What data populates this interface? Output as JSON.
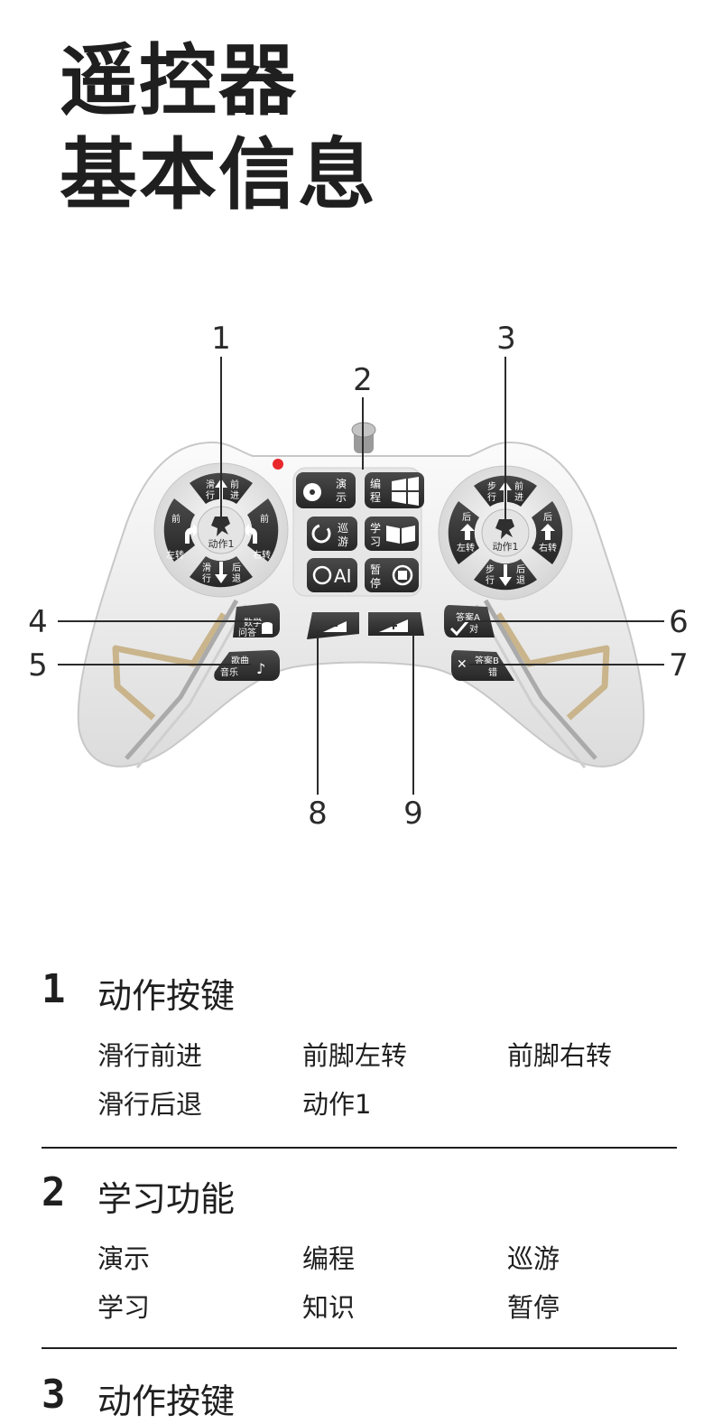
{
  "header": {
    "title_line1": "遥控器",
    "title_line2": "基本信息"
  },
  "callouts": [
    "1",
    "2",
    "3",
    "4",
    "5",
    "6",
    "7",
    "8",
    "9"
  ],
  "remote": {
    "left_pad": {
      "top": {
        "a": "滑",
        "b": "行",
        "c": "前",
        "d": "进"
      },
      "left": {
        "a": "前",
        "b": "左转"
      },
      "right": {
        "a": "前",
        "b": "右转"
      },
      "bottom": {
        "a": "滑",
        "b": "行",
        "c": "后",
        "d": "退"
      },
      "center": "动作1"
    },
    "right_pad": {
      "top": {
        "a": "步",
        "b": "行",
        "c": "前",
        "d": "进"
      },
      "left": {
        "a": "后",
        "b": "左转"
      },
      "right": {
        "a": "后",
        "b": "右转"
      },
      "bottom": {
        "a": "步",
        "b": "行",
        "c": "后",
        "d": "退"
      },
      "center": "动作1"
    },
    "center_buttons": {
      "demo": {
        "a": "演",
        "b": "示"
      },
      "program": {
        "a": "编",
        "b": "程"
      },
      "cruise": {
        "a": "巡",
        "b": "游"
      },
      "learn": {
        "a": "学",
        "b": "习"
      },
      "ai": "AI",
      "pause": {
        "a": "暂",
        "b": "停"
      }
    },
    "side_buttons": {
      "quiz": {
        "a": "数学",
        "b": "问答"
      },
      "music": {
        "a": "歌曲",
        "b": "音乐"
      },
      "answer_a": {
        "a": "答案A",
        "b": "对"
      },
      "answer_b": {
        "a": "答案B",
        "b": "错"
      }
    },
    "colors": {
      "body": "#eeeeee",
      "button": "#3a3a3a",
      "led": "#e8282b",
      "accent": "#c9b48c"
    }
  },
  "sections": [
    {
      "number": "1",
      "title": "动作按键",
      "items": [
        "滑行前进",
        "前脚左转",
        "前脚右转",
        "滑行后退",
        "动作1"
      ]
    },
    {
      "number": "2",
      "title": "学习功能",
      "items": [
        "演示",
        "编程",
        "巡游",
        "学习",
        "知识",
        "暂停"
      ]
    },
    {
      "number": "3",
      "title": "动作按键",
      "items": []
    }
  ]
}
